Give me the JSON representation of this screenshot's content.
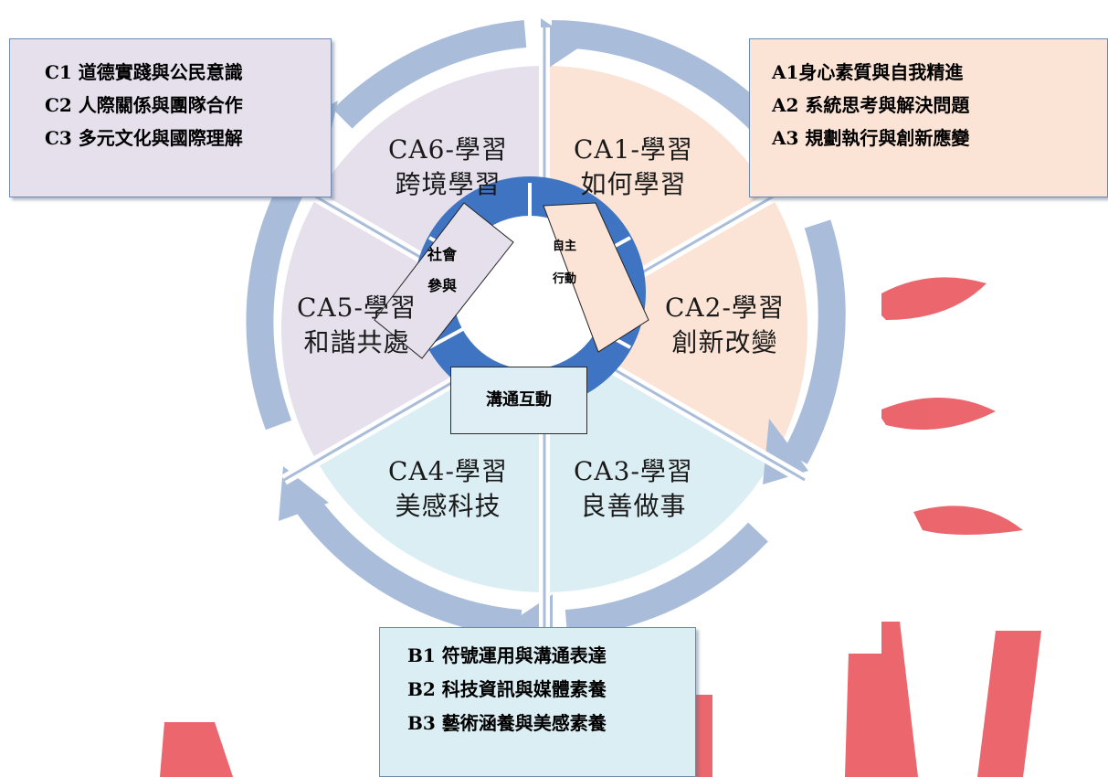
{
  "boxes": {
    "c": [
      "C1 道德實踐與公民意識",
      "C2 人際關係與團隊合作",
      "C3 多元文化與國際理解"
    ],
    "a": [
      "A1身心素質與自我精進",
      "A2 系統思考與解決問題",
      "A3 規劃執行與創新應變"
    ],
    "b": [
      "B1 符號運用與溝通表達",
      "B2 科技資訊與媒體素養",
      "B3 藝術涵養與美感素養"
    ]
  },
  "segments": {
    "ca1": {
      "code": "CA1-學習",
      "name": "如何學習"
    },
    "ca2": {
      "code": "CA2-學習",
      "name": "創新改變"
    },
    "ca3": {
      "code": "CA3-學習",
      "name": "良善做事"
    },
    "ca4": {
      "code": "CA4-學習",
      "name": "美感科技"
    },
    "ca5": {
      "code": "CA5-學習",
      "name": "和諧共處"
    },
    "ca6": {
      "code": "CA6-學習",
      "name": "跨境學習"
    }
  },
  "tags": {
    "social": {
      "line1": "社會",
      "line2": "參與"
    },
    "autonomy": {
      "line1": "自主",
      "line2": "行動"
    },
    "communication": "溝通互動"
  },
  "colors": {
    "a_group": "#fbe3d5",
    "b_group": "#daeef4",
    "c_group": "#e5e0ec",
    "ring": "#a9bddb",
    "hub": "#3f74c2",
    "watermark": "#e9555d"
  }
}
